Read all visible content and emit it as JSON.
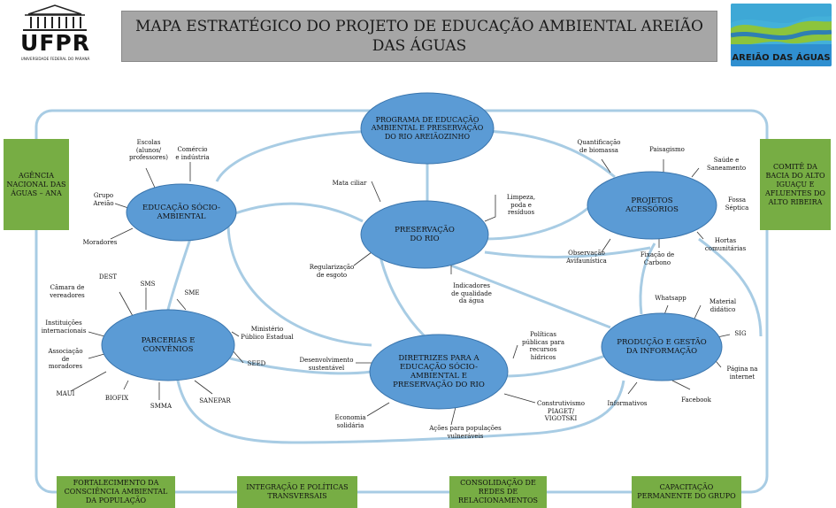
{
  "header": {
    "title": "MAPA ESTRATÉGICO DO PROJETO DE EDUCAÇÃO AMBIENTAL AREIÃO DAS ÁGUAS",
    "logo_left_text": "UFPR",
    "logo_left_subtext": "UNIVERSIDADE FEDERAL DO PARANÁ",
    "logo_right_text": "AREIÃO DAS ÁGUAS"
  },
  "side_boxes": {
    "left": "AGÊNCIA NACIONAL DAS ÁGUAS – ANA",
    "right": "COMITÊ DA BACIA DO ALTO IGUAÇU E AFLUENTES DO ALTO RIBEIRA"
  },
  "bottom_boxes": [
    "FORTALECIMENTO DA CONSCIÊNCIA AMBIENTAL DA POPULAÇÃO",
    "INTEGRAÇÃO E POLÍTICAS TRANSVERSAIS",
    "CONSOLIDAÇÃO DE REDES DE RELACIONAMENTOS",
    "CAPACITAÇÃO PERMANENTE DO GRUPO"
  ],
  "nodes": {
    "programa": "PROGRAMA DE EDUCAÇÃO AMBIENTAL E PRESERVAÇÃO DO RIO AREIÃOZINHO",
    "educacao": "EDUCAÇÃO SÓCIO-AMBIENTAL",
    "preservacao": "PRESERVAÇÃO DO RIO",
    "projetos": "PROJETOS ACESSÓRIOS",
    "parcerias": "PARCERIAS E CONVÊNIOS",
    "diretrizes": "DIRETRIZES PARA A EDUCAÇÃO SÓCIO-AMBIENTAL E PRESERVAÇÃO DO RIO",
    "producao": "PRODUÇÃO E GESTÃO DA INFORMAÇÃO"
  },
  "labels": {
    "escolas": "Escolas\n(alunos/\nprofessores)",
    "comercio": "Comércio\ne indústria",
    "grupo_areiao": "Grupo\nAreião",
    "moradores": "Moradores",
    "mata_ciliar": "Mata ciliar",
    "limpeza": "Limpeza,\npoda e\nresíduos",
    "regularizacao": "Regularização\nde esgoto",
    "indicadores": "Indicadores\nde qualidade\nda água",
    "quantificacao": "Quantificação\nde biomassa",
    "paisagismo": "Paisagismo",
    "saude": "Saúde e\nSaneamento",
    "fossa": "Fossa\nSéptica",
    "hortas": "Hortas\ncomunitárias",
    "fixacao": "Fixação de\nCarbono",
    "observacao": "Observação\nAvifaunística",
    "dest": "DEST",
    "sms": "SMS",
    "sme": "SME",
    "camara": "Câmara de\nvereadores",
    "instituicoes": "Instituições\ninternacionais",
    "associacao": "Associação\nde\nmoradores",
    "maui": "MAUI",
    "biofix": "BIOFIX",
    "smma": "SMMA",
    "sanepar": "SANEPAR",
    "ministerio": "Ministério\nPúblico Estadual",
    "seed": "SEED",
    "desenvolvimento": "Desenvolvimento\nsustentável",
    "politicas": "Políticas\npúblicas para\nrecursos\nhídricos",
    "economia": "Economia\nsolidária",
    "acoes": "Ações para populações\nvulneráveis",
    "construtivismo": "Construtivismo\nPIAGET/\nVIGOTSKI",
    "whatsapp": "Whatsapp",
    "material": "Material\ndidático",
    "sig": "SIG",
    "pagina": "Página na\ninternet",
    "facebook": "Facebook",
    "informativos": "Informativos"
  },
  "colors": {
    "node_fill": "#5b9bd5",
    "connector": "#a8cce4",
    "green_box": "#77ad44",
    "title_bg": "#a6a6a6"
  }
}
